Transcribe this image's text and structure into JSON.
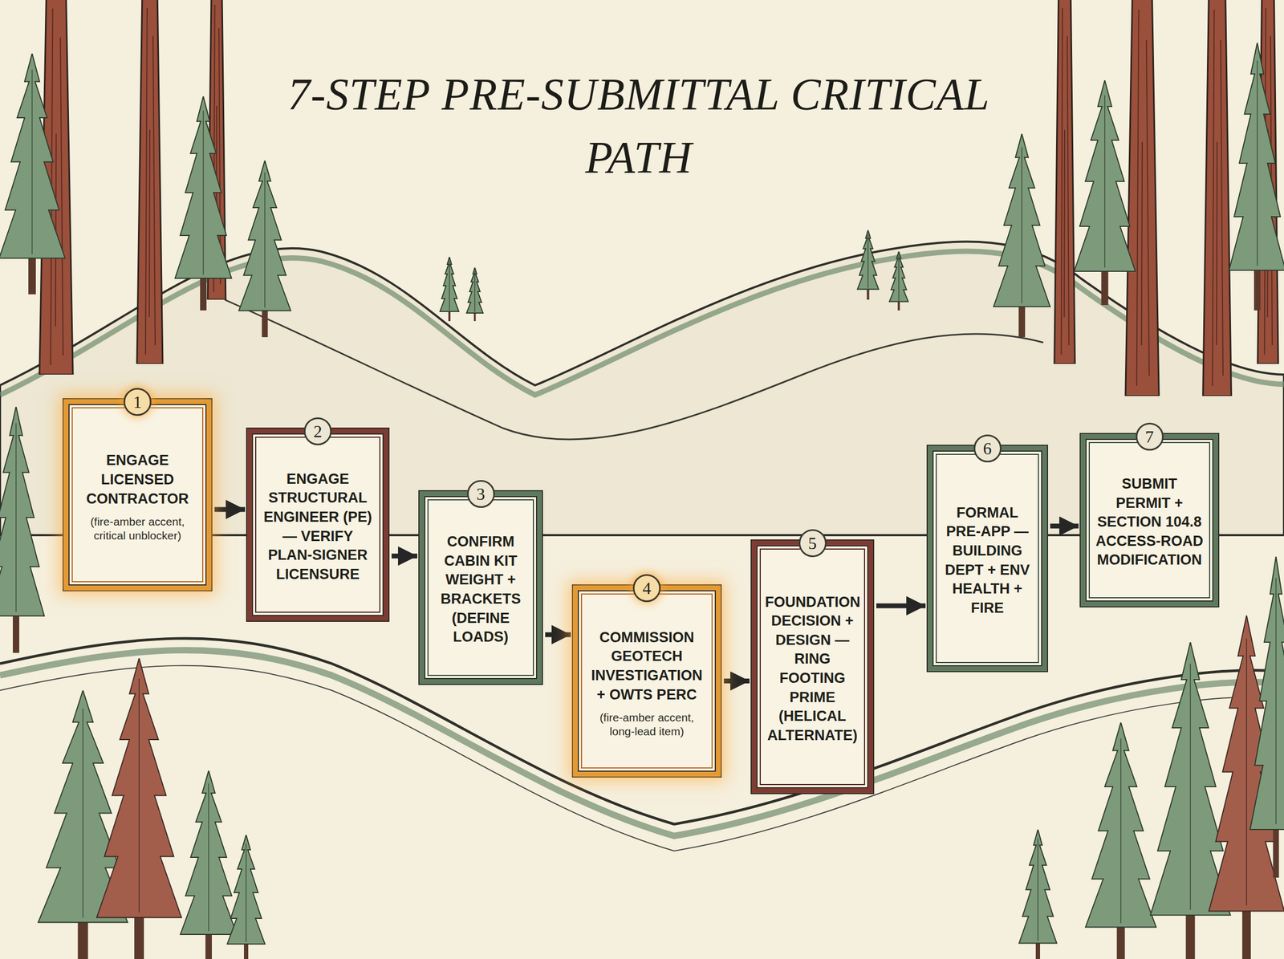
{
  "diagram": {
    "title": "7-STEP PRE-SUBMITTAL CRITICAL PATH",
    "nodes": [
      {
        "text": [
          "1",
          "ENGAGE LICENSED CONTRACTOR",
          "(fire-amber accent, critical unblocker)"
        ]
      },
      {
        "text": [
          "2",
          "ENGAGE STRUCTURAL ENGINEER (PE) — VERIFY PLAN-SIGNER LICENSURE"
        ]
      },
      {
        "text": [
          "3",
          "CONFIRM CABIN KIT WEIGHT + BRACKETS (DEFINE LOADS)"
        ]
      },
      {
        "text": [
          "4",
          "COMMISSION GEOTECH INVESTIGATION + OWTS PERC",
          "(fire-amber accent, long-lead item)"
        ]
      },
      {
        "text": [
          "5",
          "FOUNDATION DECISION + DESIGN — RING FOOTING PRIME (HELICAL ALTERNATE)"
        ]
      },
      {
        "text": [
          "6",
          "FORMAL PRE-APP — BUILDING DEPT + ENV HEALTH + FIRE"
        ]
      },
      {
        "text": [
          "7",
          "SUBMIT PERMIT + SECTION 104.8 ACCESS-ROAD MODIFICATION"
        ]
      }
    ],
    "edges": [
      {
        "from": 0,
        "to": 1,
        "arrow": "to"
      },
      {
        "from": 1,
        "to": 2,
        "arrow": "to"
      },
      {
        "from": 2,
        "to": 3,
        "arrow": "to"
      },
      {
        "from": 3,
        "to": 4,
        "arrow": "to"
      },
      {
        "from": 4,
        "to": 5,
        "arrow": "to"
      },
      {
        "from": 5,
        "to": 6,
        "arrow": "to"
      }
    ]
  }
}
